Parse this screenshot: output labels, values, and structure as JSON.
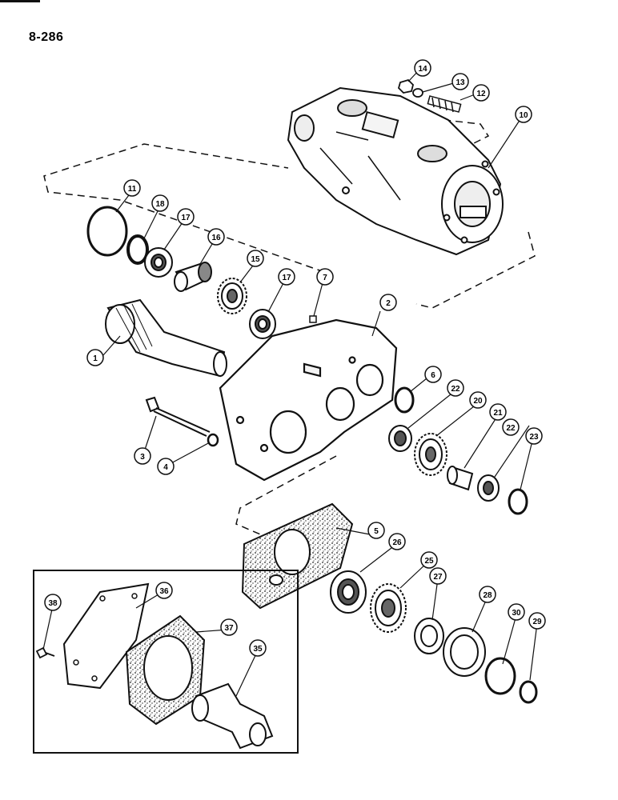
{
  "page": {
    "number": "8-286"
  },
  "callouts": [
    {
      "id": "c1",
      "label": "1"
    },
    {
      "id": "c2",
      "label": "2"
    },
    {
      "id": "c3",
      "label": "3"
    },
    {
      "id": "c4",
      "label": "4"
    },
    {
      "id": "c5",
      "label": "5"
    },
    {
      "id": "c6",
      "label": "6"
    },
    {
      "id": "c7",
      "label": "7"
    },
    {
      "id": "c10",
      "label": "10"
    },
    {
      "id": "c11",
      "label": "11"
    },
    {
      "id": "c12",
      "label": "12"
    },
    {
      "id": "c13",
      "label": "13"
    },
    {
      "id": "c14",
      "label": "14"
    },
    {
      "id": "c15",
      "label": "15"
    },
    {
      "id": "c16",
      "label": "16"
    },
    {
      "id": "c17a",
      "label": "17"
    },
    {
      "id": "c17b",
      "label": "17"
    },
    {
      "id": "c18",
      "label": "18"
    },
    {
      "id": "c20",
      "label": "20"
    },
    {
      "id": "c21",
      "label": "21"
    },
    {
      "id": "c22a",
      "label": "22"
    },
    {
      "id": "c22b",
      "label": "22"
    },
    {
      "id": "c23",
      "label": "23"
    },
    {
      "id": "c25",
      "label": "25"
    },
    {
      "id": "c26",
      "label": "26"
    },
    {
      "id": "c27",
      "label": "27"
    },
    {
      "id": "c28",
      "label": "28"
    },
    {
      "id": "c29",
      "label": "29"
    },
    {
      "id": "c30",
      "label": "30"
    },
    {
      "id": "c35",
      "label": "35"
    },
    {
      "id": "c36",
      "label": "36"
    },
    {
      "id": "c37",
      "label": "37"
    },
    {
      "id": "c38",
      "label": "38"
    }
  ]
}
